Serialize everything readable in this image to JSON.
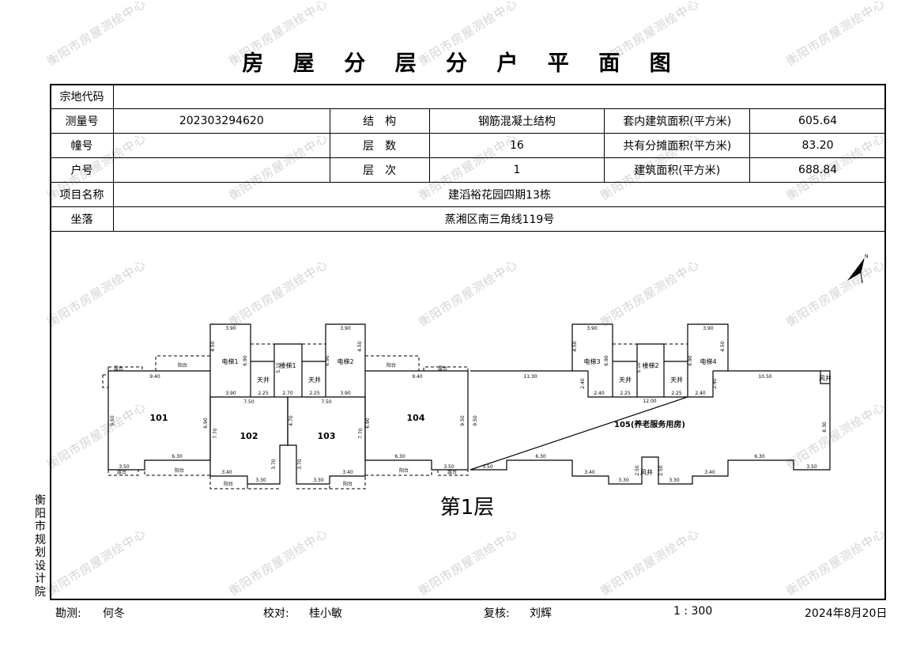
{
  "title": "房 屋 分 层 分 户 平 面 图",
  "watermark": "衡阳市房屋测绘中心",
  "info": {
    "parcel_code_label": "宗地代码",
    "parcel_code": "",
    "survey_no_label": "测量号",
    "survey_no": "202303294620",
    "structure_label": "结　构",
    "structure": "钢筋混凝土结构",
    "inner_area_label": "套内建筑面积(平方米)",
    "inner_area": "605.64",
    "building_no_label": "幢号",
    "building_no": "",
    "floors_label": "层　数",
    "floors": "16",
    "shared_area_label": "共有分摊面积(平方米)",
    "shared_area": "83.20",
    "unit_no_label": "户号",
    "unit_no": "",
    "floor_label": "层　次",
    "floor": "1",
    "building_area_label": "建筑面积(平方米)",
    "building_area": "688.84",
    "project_label": "项目名称",
    "project": "建滔裕花园四期13栋",
    "location_label": "坐落",
    "location": "蒸湘区南三角线119号"
  },
  "plan": {
    "floor_caption": "第1层",
    "north_label": "N",
    "rooms": [
      "101",
      "102",
      "103",
      "104",
      "105(养老服务用房)"
    ],
    "spaces": [
      "电梯1",
      "电梯2",
      "电梯3",
      "电梯4",
      "楼梯1",
      "楼梯2",
      "天井",
      "天井",
      "天井",
      "天井",
      "风井",
      "风井",
      "阳台",
      "阳台",
      "阳台",
      "阳台",
      "阳台",
      "阳台",
      "露台",
      "露台",
      "露台",
      "露台"
    ],
    "dims": [
      "3.90",
      "3.90",
      "3.90",
      "3.90",
      "3.90",
      "3.90",
      "4.50",
      "4.50",
      "4.50",
      "4.50",
      "6.90",
      "6.90",
      "6.90",
      "6.90",
      "2.25",
      "2.25",
      "2.25",
      "2.25",
      "2.70",
      "7.50",
      "7.50",
      "9.40",
      "9.40",
      "9.50",
      "9.50",
      "9.50",
      "6.90",
      "6.90",
      "7.70",
      "7.70",
      "4.70",
      "3.70",
      "3.70",
      "6.30",
      "6.30",
      "6.30",
      "6.30",
      "3.50",
      "3.50",
      "3.50",
      "3.50",
      "3.40",
      "3.40",
      "3.40",
      "3.40",
      "3.30",
      "3.30",
      "3.30",
      "3.30",
      "11.30",
      "10.50",
      "12.00",
      "2.40",
      "2.40",
      "2.40",
      "2.40",
      "8.30",
      "5.10",
      "5.10",
      "2.50",
      "2.50"
    ]
  },
  "side_org": "衡阳市规划设计院",
  "footer": {
    "surveyor_label": "勘测:",
    "surveyor": "何冬",
    "checker_label": "校对:",
    "checker": "桂小敏",
    "reviewer_label": "复核:",
    "reviewer": "刘辉",
    "scale": "1 : 300",
    "date": "2024年8月20日"
  }
}
